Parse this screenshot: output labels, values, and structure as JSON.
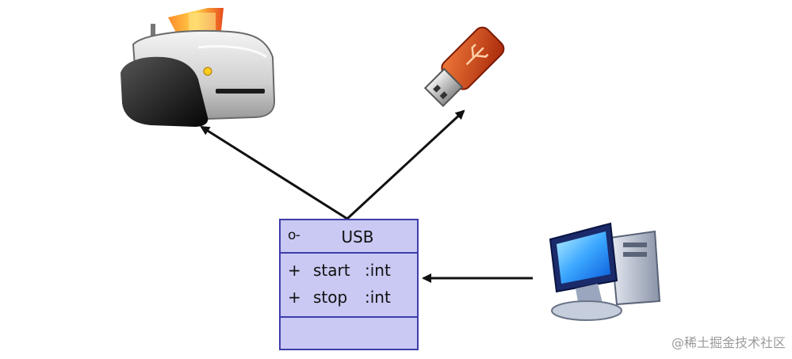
{
  "uml_class": {
    "stereotype_icon": "o-",
    "name": "USB",
    "attributes": [
      {
        "visibility": "+",
        "name": "start",
        "type": ":int"
      },
      {
        "visibility": "+",
        "name": "stop",
        "type": ":int"
      }
    ],
    "methods": []
  },
  "icons": {
    "printer": "printer-icon",
    "usb_drive": "usb-flash-drive-icon",
    "computer": "desktop-computer-icon"
  },
  "colors": {
    "class_fill": "#c9c9f3",
    "class_border": "#3d3daa",
    "arrow": "#111111"
  },
  "watermark": "@稀土掘金技术社区"
}
